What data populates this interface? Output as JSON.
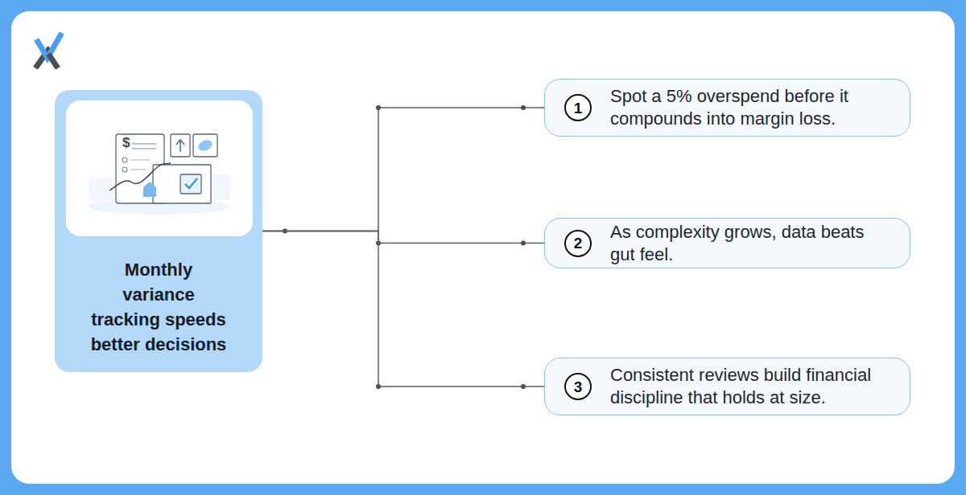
{
  "diagram": {
    "nodes": [
      {
        "text": [
          "Monthly variance tracking speeds better decisions"
        ]
      },
      {
        "text": [
          "Spot a 5% overspend before it compounds into margin loss."
        ]
      },
      {
        "text": [
          "1"
        ],
        "in": 1
      },
      {
        "text": [
          "As complexity grows, data beats gut feel."
        ]
      },
      {
        "text": [
          "2"
        ],
        "in": 3
      },
      {
        "text": [
          "Consistent reviews build financial discipline that holds at size."
        ]
      },
      {
        "text": [
          "3"
        ],
        "in": 5
      }
    ],
    "edges": [
      {
        "from": 0,
        "to": 1,
        "arrow": "none"
      },
      {
        "from": 0,
        "to": 3,
        "arrow": "none"
      },
      {
        "from": 0,
        "to": 5,
        "arrow": "none"
      }
    ],
    "labels": [
      "$"
    ]
  }
}
